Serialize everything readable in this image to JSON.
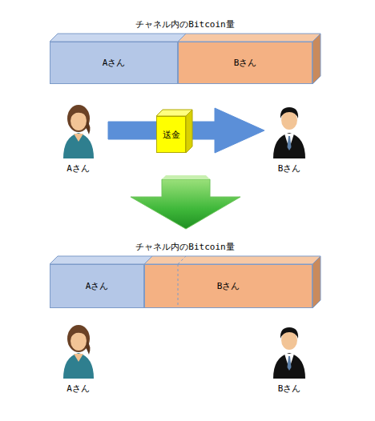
{
  "diagram": {
    "nodes": [
      {
        "text": [
          "チャネル内のBitcoin量"
        ]
      },
      {
        "text": [
          "Aさん"
        ],
        "in": 0
      },
      {
        "text": [
          "Bさん"
        ],
        "in": 0
      },
      {
        "text": [
          "Aさん"
        ]
      },
      {
        "text": [
          "送金"
        ]
      },
      {
        "text": [
          "Bさん"
        ]
      },
      {
        "text": [
          "チャネル内のBitcoin量"
        ]
      },
      {
        "text": [
          "Aさん"
        ],
        "in": 6
      },
      {
        "text": [
          "Bさん"
        ],
        "in": 6
      },
      {
        "text": [
          "Aさん"
        ]
      },
      {
        "text": [
          "Bさん"
        ]
      }
    ],
    "edges": [
      {
        "from": 3,
        "to": 5,
        "arrow": "to"
      }
    ]
  }
}
